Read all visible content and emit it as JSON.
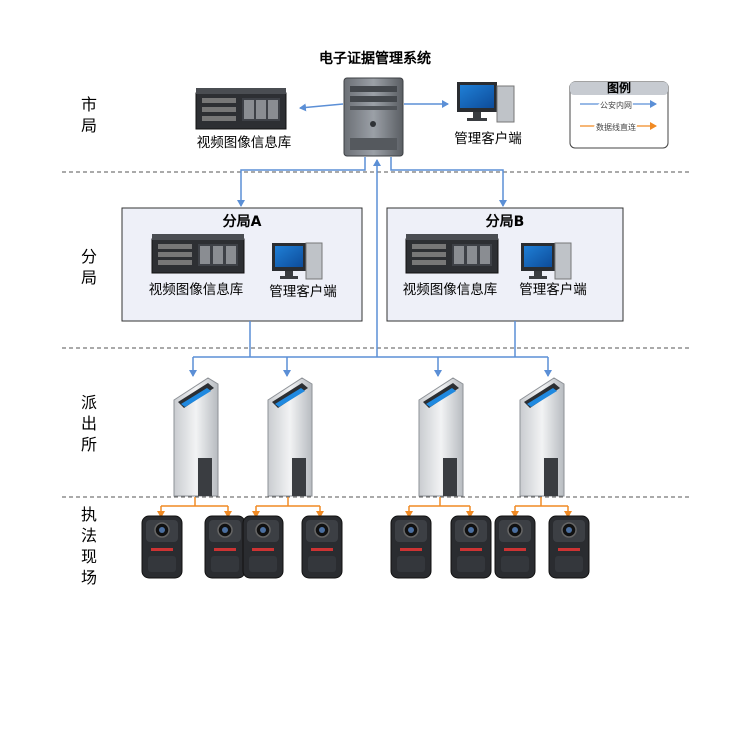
{
  "title": "电子证据管理系统",
  "lanes": [
    "市局",
    "分局",
    "派出所",
    "执法现场"
  ],
  "city": {
    "video_db": "视频图像信息库",
    "client": "管理客户端"
  },
  "branches": [
    {
      "title": "分局A",
      "video_db": "视频图像信息库",
      "client": "管理客户端"
    },
    {
      "title": "分局B",
      "video_db": "视频图像信息库",
      "client": "管理客户端"
    }
  ],
  "legend": {
    "title": "图例",
    "items": [
      {
        "label": "公安内网",
        "color": "#5b8fd6"
      },
      {
        "label": "数据线直连",
        "color": "#f08a24"
      }
    ]
  },
  "colors": {
    "network": "#5b8fd6",
    "direct": "#f08a24",
    "box_fill": "#eef0f8",
    "divider": "#555555"
  }
}
